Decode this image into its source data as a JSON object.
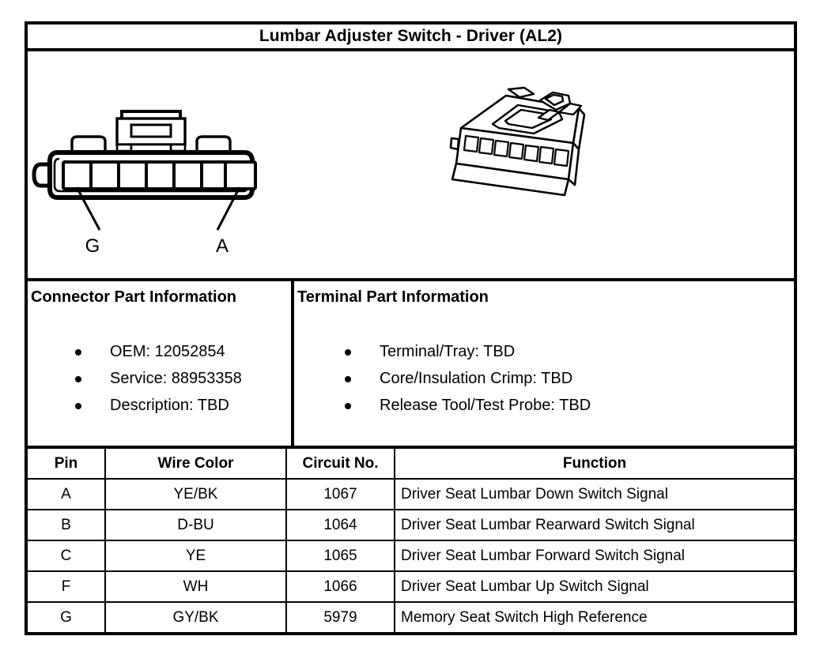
{
  "title": "Lumbar Adjuster Switch - Driver (AL2)",
  "illustration": {
    "cavity_count": 7,
    "callouts": [
      {
        "label": "G",
        "cavity_index": 0
      },
      {
        "label": "A",
        "cavity_index": 6
      }
    ]
  },
  "connector_part_information": {
    "heading": "Connector Part Information",
    "items": [
      "OEM: 12052854",
      "Service: 88953358",
      "Description: TBD"
    ]
  },
  "terminal_part_information": {
    "heading": "Terminal Part Information",
    "items": [
      "Terminal/Tray: TBD",
      "Core/Insulation Crimp: TBD",
      "Release Tool/Test Probe: TBD"
    ]
  },
  "pin_table": {
    "columns": [
      "Pin",
      "Wire Color",
      "Circuit No.",
      "Function"
    ],
    "rows": [
      {
        "pin": "A",
        "wire_color": "YE/BK",
        "circuit_no": "1067",
        "function": "Driver Seat Lumbar Down Switch Signal"
      },
      {
        "pin": "B",
        "wire_color": "D-BU",
        "circuit_no": "1064",
        "function": "Driver Seat Lumbar Rearward Switch Signal"
      },
      {
        "pin": "C",
        "wire_color": "YE",
        "circuit_no": "1065",
        "function": "Driver Seat Lumbar Forward Switch Signal"
      },
      {
        "pin": "F",
        "wire_color": "WH",
        "circuit_no": "1066",
        "function": "Driver Seat Lumbar Up Switch Signal"
      },
      {
        "pin": "G",
        "wire_color": "GY/BK",
        "circuit_no": "5979",
        "function": "Memory Seat Switch High Reference"
      }
    ]
  },
  "colors": {
    "line": "#000000",
    "background": "#ffffff"
  }
}
